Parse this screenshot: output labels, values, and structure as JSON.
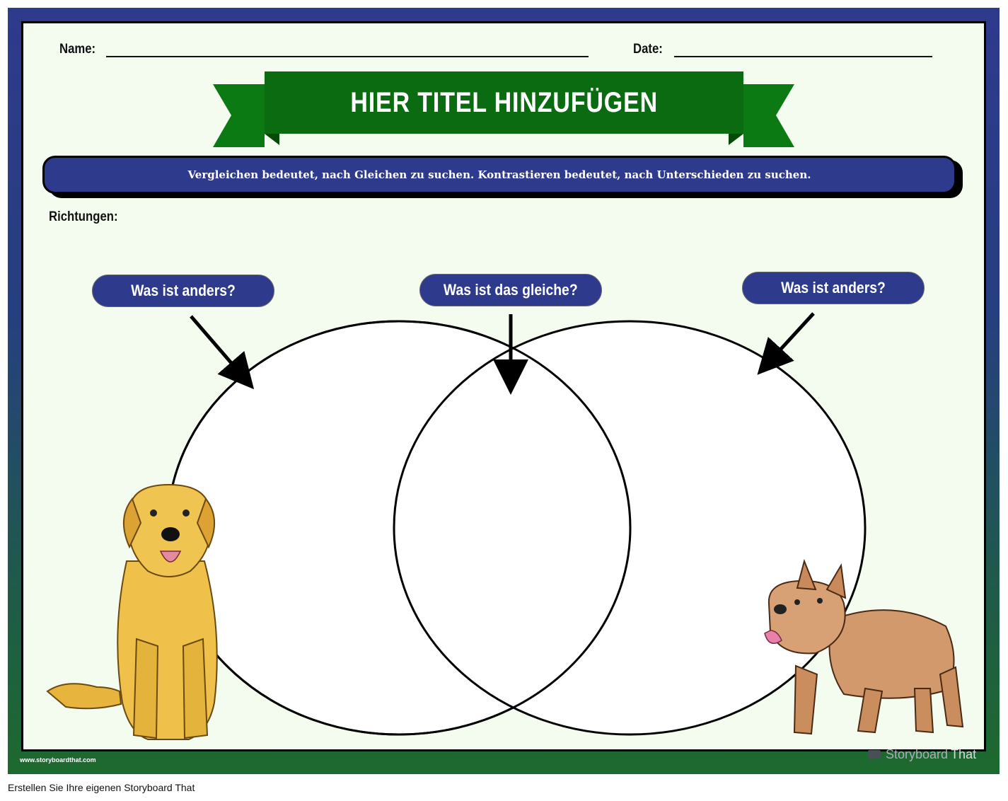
{
  "header": {
    "name_label": "Name:",
    "date_label": "Date:"
  },
  "title": "HIER TITEL HINZUFÜGEN",
  "definition": "Vergleichen bedeutet, nach Gleichen zu suchen. Kontrastieren bedeutet, nach Unterschieden zu suchen.",
  "directions_label": "Richtungen:",
  "prompts": {
    "left": "Was ist anders?",
    "center": "Was ist das gleiche?",
    "right": "Was ist anders?"
  },
  "footer": {
    "url": "www.storyboardthat.com",
    "brand_a": "Storyboard",
    "brand_b": "That"
  },
  "caption": "Erstellen Sie Ihre eigenen Storyboard That",
  "colors": {
    "frame_top": "#2e3a8c",
    "frame_bottom": "#1d6a2e",
    "sheet": "#f4fbef",
    "ribbon": "#0b6b10",
    "pill": "#2e3a8c"
  }
}
